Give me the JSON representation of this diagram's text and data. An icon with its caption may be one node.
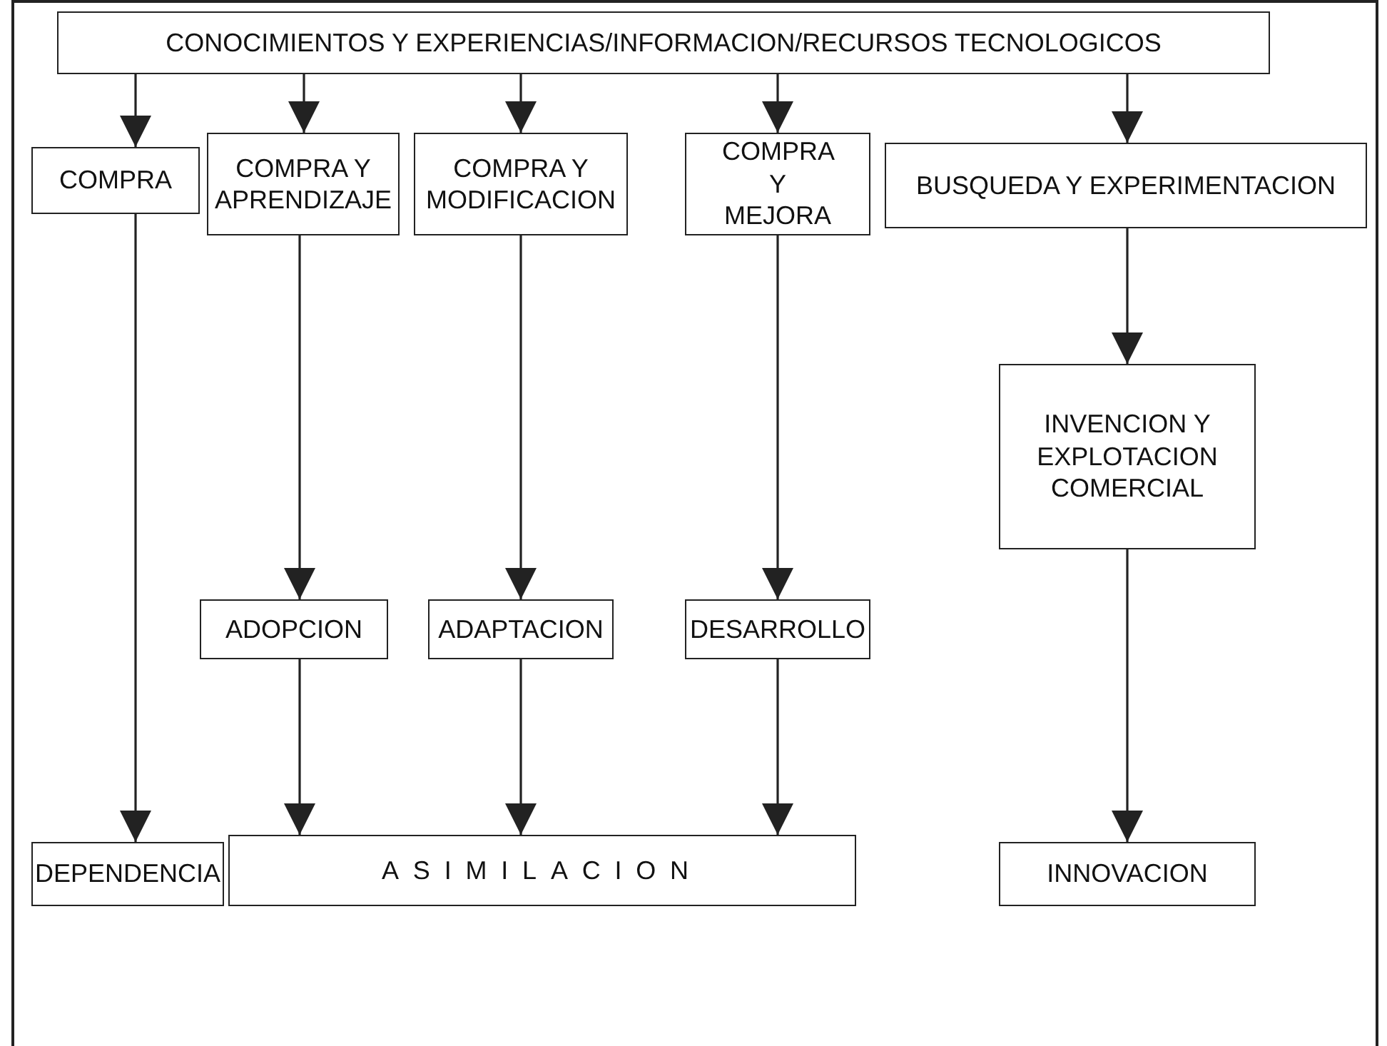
{
  "diagram": {
    "nodes": [
      {
        "text": [
          "CONOCIMIENTOS Y EXPERIENCIAS/INFORMACION/RECURSOS TECNOLOGICOS"
        ]
      },
      {
        "text": [
          "COMPRA"
        ]
      },
      {
        "text": [
          "COMPRA Y APRENDIZAJE"
        ]
      },
      {
        "text": [
          "COMPRA Y MODIFICACION"
        ]
      },
      {
        "text": [
          "COMPRA Y MEJORA"
        ]
      },
      {
        "text": [
          "BUSQUEDA Y EXPERIMENTACION"
        ]
      },
      {
        "text": [
          "INVENCION Y EXPLOTACION COMERCIAL"
        ]
      },
      {
        "text": [
          "ADOPCION"
        ]
      },
      {
        "text": [
          "ADAPTACION"
        ]
      },
      {
        "text": [
          "DESARROLLO"
        ]
      },
      {
        "text": [
          "DEPENDENCIA"
        ]
      },
      {
        "text": [
          "ASIMILACION"
        ]
      },
      {
        "text": [
          "INNOVACION"
        ]
      }
    ],
    "edges": [
      {
        "from": 0,
        "to": 1,
        "arrow": "to"
      },
      {
        "from": 0,
        "to": 2,
        "arrow": "to"
      },
      {
        "from": 0,
        "to": 3,
        "arrow": "to"
      },
      {
        "from": 0,
        "to": 4,
        "arrow": "to"
      },
      {
        "from": 0,
        "to": 5,
        "arrow": "to"
      },
      {
        "from": 1,
        "to": 10,
        "arrow": "to"
      },
      {
        "from": 2,
        "to": 7,
        "arrow": "to"
      },
      {
        "from": 3,
        "to": 8,
        "arrow": "to"
      },
      {
        "from": 4,
        "to": 9,
        "arrow": "to"
      },
      {
        "from": 5,
        "to": 6,
        "arrow": "to"
      },
      {
        "from": 7,
        "to": 11,
        "arrow": "to"
      },
      {
        "from": 8,
        "to": 11,
        "arrow": "to"
      },
      {
        "from": 9,
        "to": 11,
        "arrow": "to"
      },
      {
        "from": 6,
        "to": 12,
        "arrow": "to"
      }
    ]
  }
}
